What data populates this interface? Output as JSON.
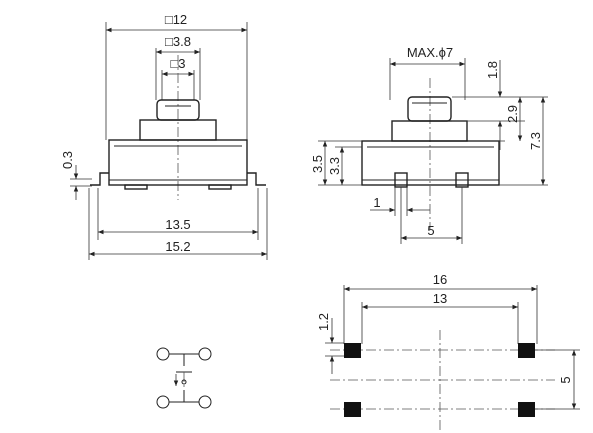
{
  "front_view": {
    "top_width": "□12",
    "cap_width": "□3.8",
    "stem_width": "□3",
    "lead_offset": "0.3",
    "body_width": "13.5",
    "overall_width": "15.2"
  },
  "side_view": {
    "cap_diameter": "MAX.ϕ7",
    "stem_height": "1.8",
    "cap_height": "2.9",
    "total_height": "7.3",
    "body_height": "3.5",
    "body_height_inner": "3.3",
    "pin_width": "1",
    "pin_pitch": "5"
  },
  "footprint": {
    "outer_span": "16",
    "inner_span": "13",
    "pad_size": "1.2",
    "row_pitch": "5"
  },
  "colors": {
    "line": "#222222",
    "pad": "#111111"
  }
}
